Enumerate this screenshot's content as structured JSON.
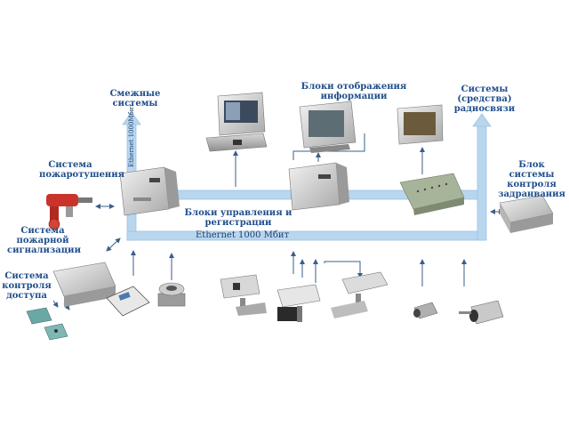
{
  "labels": {
    "adjacent_systems": "Смежные\nсистемы",
    "display_blocks": "Блоки отображения информации",
    "radio_systems": "Системы\n(средства)\nрадиосвязи",
    "fire_extinguishing": "Система\nпожаротушения",
    "control_blocks": "Блоки управления и регистрации",
    "tamper_control": "Блок системы\nконтроля\nзадранвания",
    "fire_alarm": "Система\nпожарной\nсигнализации",
    "access_control": "Система\nконтроля\nдоступа"
  },
  "bus": {
    "main_label": "Ethernet 1000 Мбит",
    "vertical_label": "Ethernet 1000Мбит"
  },
  "colors": {
    "bus": "#b9d6ef",
    "bus_edge": "#9cc2e4",
    "arrow": "#3a5f8a",
    "text": "#1f4e8c"
  }
}
